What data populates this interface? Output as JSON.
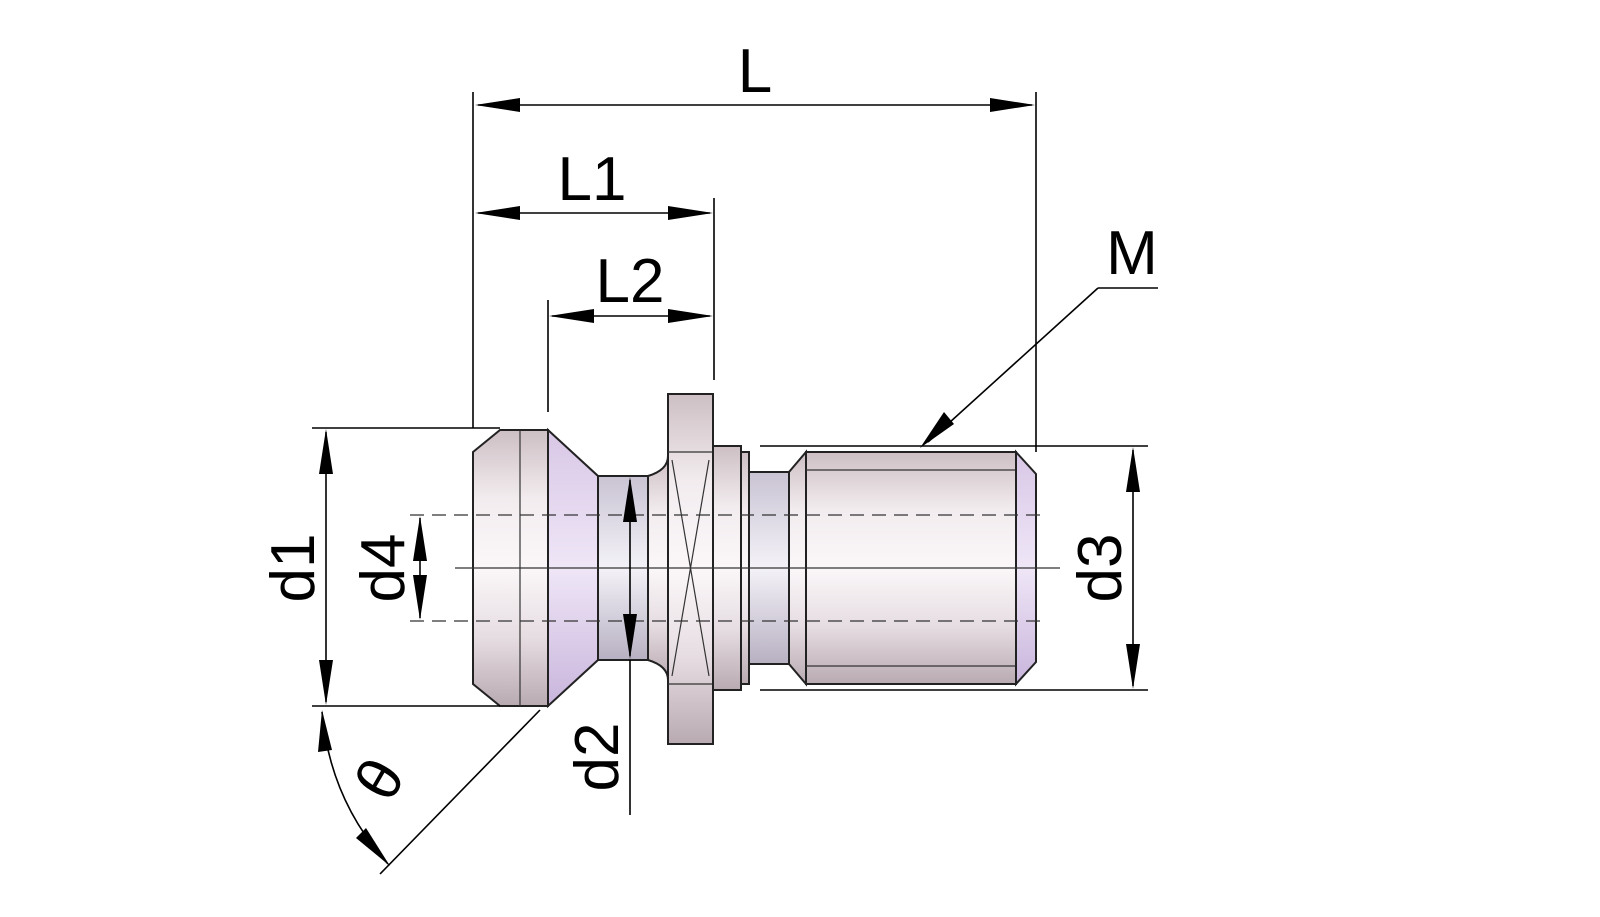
{
  "diagram": {
    "labels": {
      "L": "L",
      "L1": "L1",
      "L2": "L2",
      "M": "M",
      "d1": "d1",
      "d2": "d2",
      "d3": "d3",
      "d4": "d4",
      "theta": "θ"
    }
  }
}
